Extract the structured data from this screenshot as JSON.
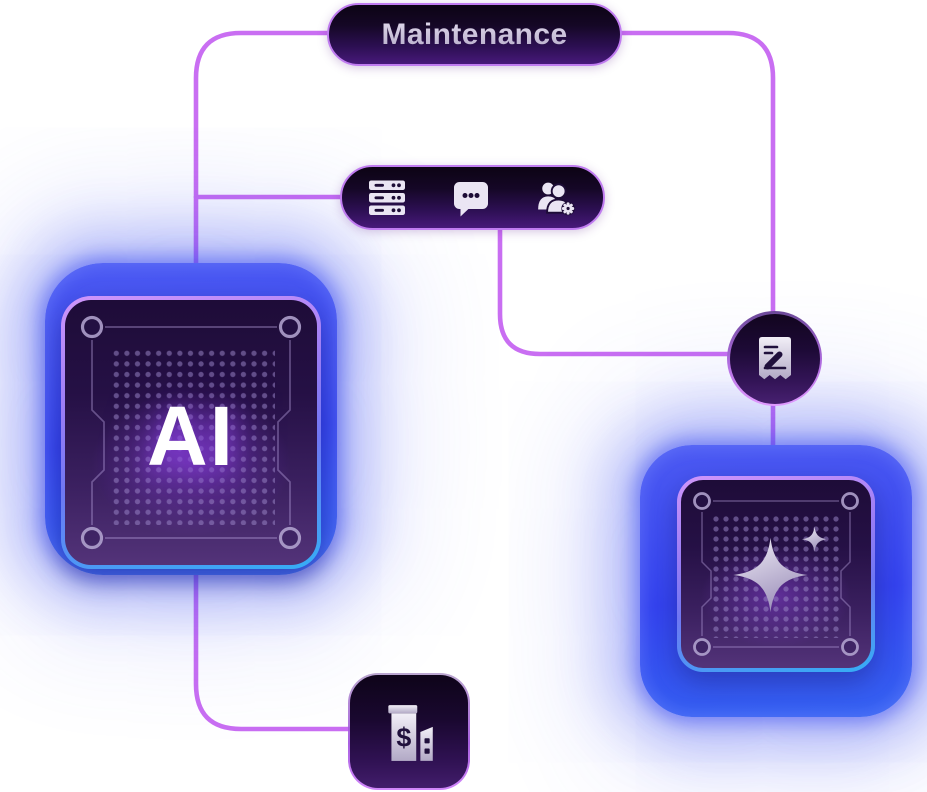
{
  "diagram": {
    "title_hint": "AI maintenance workflow illustration",
    "edges": [
      {
        "from": "maintenance-pill",
        "to": "ai-chip"
      },
      {
        "from": "services-pill",
        "to": "ai-chip"
      },
      {
        "from": "maintenance-pill",
        "to": "receipt-node"
      },
      {
        "from": "services-pill",
        "to": "receipt-node"
      },
      {
        "from": "receipt-node",
        "to": "sparkle-chip"
      },
      {
        "from": "ai-chip",
        "to": "finance-tile"
      }
    ]
  },
  "nodes": {
    "maintenance_pill": {
      "label": "Maintenance"
    },
    "services_pill": {
      "icons": [
        "server-rack-icon",
        "chat-dots-icon",
        "users-settings-icon"
      ]
    },
    "receipt_node": {
      "icon": "receipt-edit-icon"
    },
    "ai_chip": {
      "label": "AI"
    },
    "sparkle_chip": {
      "icon": "sparkles-icon"
    },
    "finance_tile": {
      "icon": "building-dollar-icon",
      "symbol": "$"
    }
  },
  "colors": {
    "background": "#ffffff",
    "connector": "#c96ef2",
    "node_border": "#c07cf0",
    "node_background_top": "#0c0414",
    "node_background_bottom": "#47197a",
    "chip_glow_blue": "#4152f0",
    "chip_border_top": "#d096fb",
    "chip_border_bottom": "#35aef5",
    "chip_face_top": "#1e0c38",
    "chip_face_bottom": "#533379",
    "icon_white": "#eae5f3",
    "icon_silver_light": "#f2eff7",
    "icon_silver_dark": "#b2a9c6",
    "icon_detail_dark": "#20103c"
  }
}
